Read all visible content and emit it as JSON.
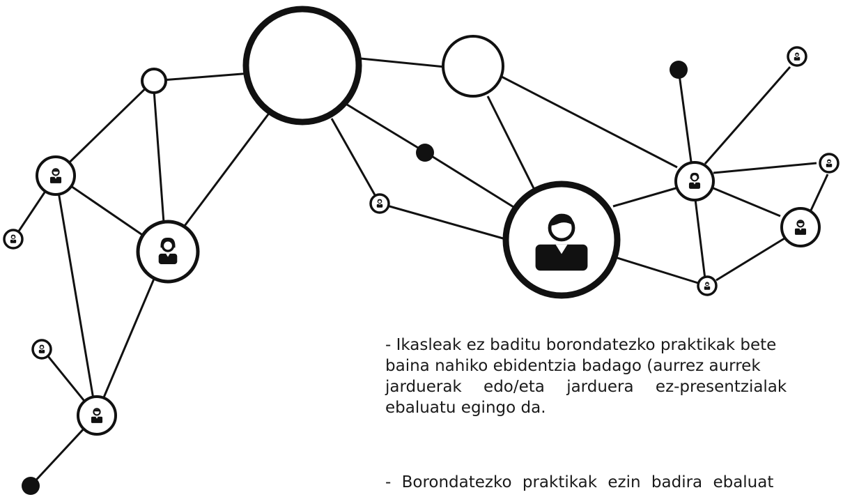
{
  "paragraphs": [
    {
      "lines": [
        "- Ikasleak ez baditu borondatezko praktikak bete",
        "baina nahiko ebidentzia badago (aurrez aurrek",
        "jarduerak edo/eta jarduera ez-presentzialak",
        "ebaluatu egingo da."
      ]
    },
    {
      "lines": [
        "- Borondatezko praktikak ezin badira ebaluat"
      ]
    }
  ],
  "colors": {
    "stroke": "#111111",
    "background": "#ffffff",
    "text": "#1a1a1a"
  },
  "icons": {
    "person": "person-icon",
    "person_female": "person-headset-icon"
  }
}
